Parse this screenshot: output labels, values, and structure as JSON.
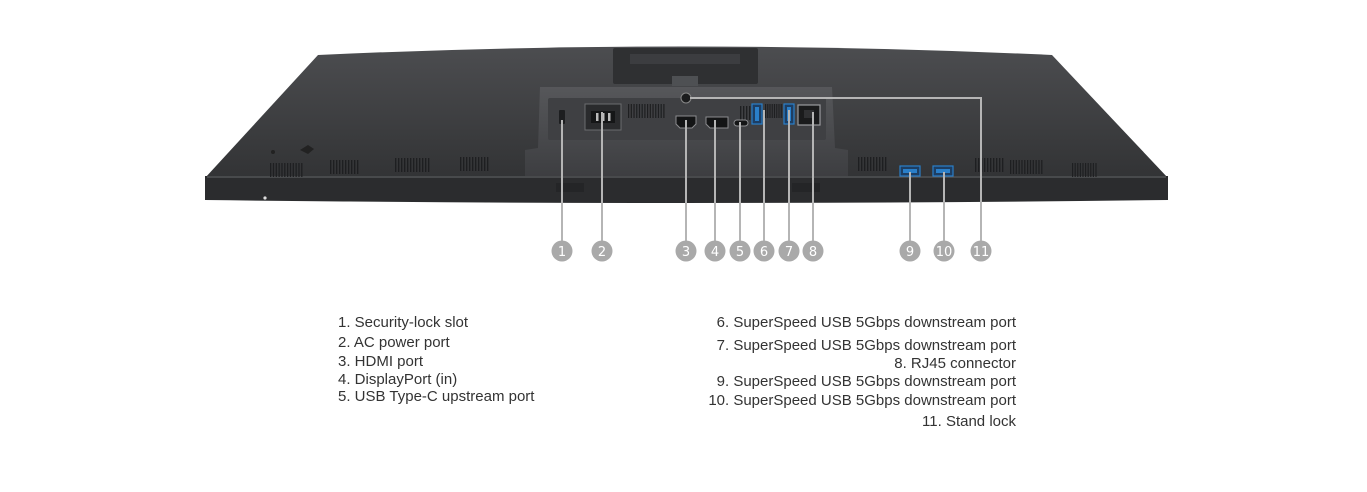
{
  "callouts": [
    "1",
    "2",
    "3",
    "4",
    "5",
    "6",
    "7",
    "8",
    "9",
    "10",
    "11"
  ],
  "legend": {
    "left": [
      "1. Security-lock slot",
      "2. AC power port",
      "3. HDMI port",
      "4. DisplayPort (in)",
      "5. USB Type-C upstream port"
    ],
    "right": [
      "6. SuperSpeed USB 5Gbps downstream port",
      "7. SuperSpeed USB 5Gbps downstream port",
      "8. RJ45 connector",
      "9. SuperSpeed USB 5Gbps downstream port",
      "10. SuperSpeed USB 5Gbps downstream port",
      "11. Stand lock"
    ]
  },
  "colors": {
    "monitor_body": "#3a3b3d",
    "monitor_edge": "#55575a",
    "panel": "#4a4b4e",
    "callout_circle": "#a9a9a9",
    "leader_line": "#b5b5b5",
    "usb_blue": "#2a7fc9",
    "legend_text": "#333333"
  }
}
